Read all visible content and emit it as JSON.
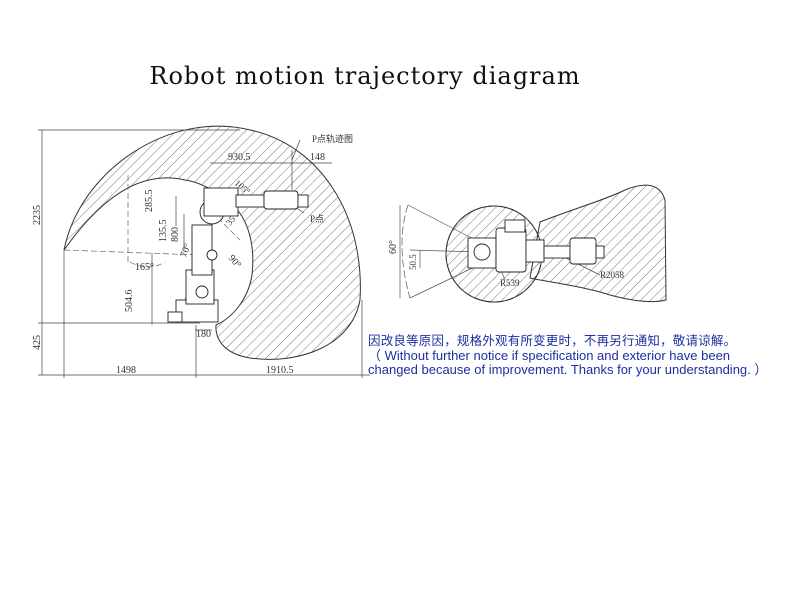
{
  "title": "Robot motion trajectory diagram",
  "side_view": {
    "dim_top_width": "930.5",
    "dim_top_offset": "148",
    "label_p_trajectory": "P点轨迹图",
    "label_p_point": "P点",
    "dim_height_total": "2235",
    "dim_base_height": "425",
    "dim_285": "285.5",
    "dim_135": "135.5",
    "dim_800": "800",
    "dim_504": "504.6",
    "dim_180": "180",
    "dim_left_reach": "1498",
    "dim_right_reach": "1910.5",
    "angle_165": "165°",
    "angle_70": "70°",
    "angle_90": "90°",
    "angle_105": "105°",
    "angle_35": "35"
  },
  "top_view": {
    "angle_60": "60°",
    "dim_50": "50.5",
    "radius_inner": "R539",
    "radius_outer": "R2058"
  },
  "notice": {
    "cn": "因改良等原因，规格外观有所变更时，不再另行通知，敬请谅解。",
    "en": "（ Without further notice if specification and exterior have been changed because of improvement. Thanks for your understanding. ）"
  }
}
